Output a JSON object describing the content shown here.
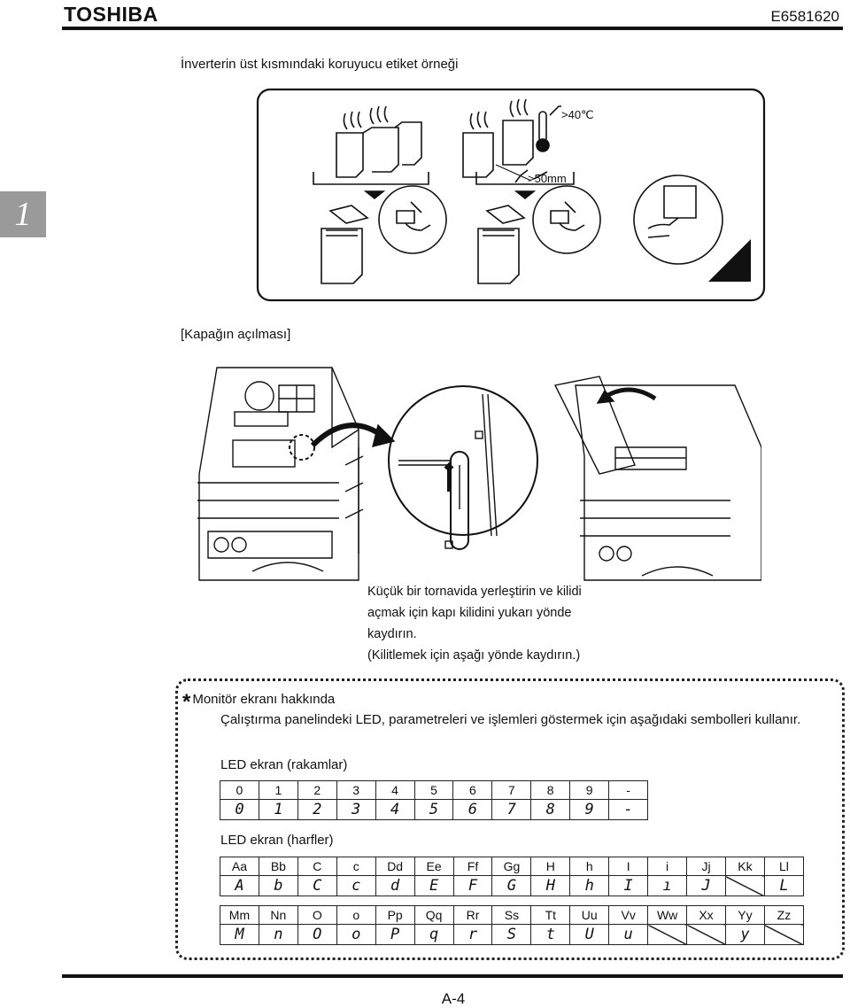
{
  "header": {
    "brand": "TOSHIBA",
    "doc_code": "E6581620",
    "chapter": "1"
  },
  "label_section": {
    "caption": "İnverterin üst kısmındaki koruyucu etiket örneği",
    "temp_label": ">40℃",
    "distance_label": ">50mm"
  },
  "cover_section": {
    "caption": "[Kapağın açılması]",
    "instructions": [
      "Küçük bir tornavida yerleştirin ve kilidi",
      "açmak için kapı kilidini yukarı yönde",
      "kaydırın.",
      "(Kilitlemek için aşağı yönde kaydırın.)"
    ]
  },
  "monitor_note": {
    "star": "*",
    "title": "Monitör ekranı hakkında",
    "body": "Çalıştırma panelindeki LED, parametreleri ve işlemleri göstermek için aşağıdaki sembolleri kullanır.",
    "digits_label": "LED ekran (rakamlar)",
    "letters_label": "LED ekran (harfler)",
    "digits": [
      {
        "char": "0",
        "seg": "0"
      },
      {
        "char": "1",
        "seg": "1"
      },
      {
        "char": "2",
        "seg": "2"
      },
      {
        "char": "3",
        "seg": "3"
      },
      {
        "char": "4",
        "seg": "4"
      },
      {
        "char": "5",
        "seg": "5"
      },
      {
        "char": "6",
        "seg": "6"
      },
      {
        "char": "7",
        "seg": "7"
      },
      {
        "char": "8",
        "seg": "8"
      },
      {
        "char": "9",
        "seg": "9"
      },
      {
        "char": "-",
        "seg": "-"
      }
    ],
    "letters_row1": [
      {
        "char": "Aa",
        "seg": "A"
      },
      {
        "char": "Bb",
        "seg": "b"
      },
      {
        "char": "C",
        "seg": "C"
      },
      {
        "char": "c",
        "seg": "c"
      },
      {
        "char": "Dd",
        "seg": "d"
      },
      {
        "char": "Ee",
        "seg": "E"
      },
      {
        "char": "Ff",
        "seg": "F"
      },
      {
        "char": "Gg",
        "seg": "G"
      },
      {
        "char": "H",
        "seg": "H"
      },
      {
        "char": "h",
        "seg": "h"
      },
      {
        "char": "I",
        "seg": "I"
      },
      {
        "char": "i",
        "seg": "ı"
      },
      {
        "char": "Jj",
        "seg": "J"
      },
      {
        "char": "Kk",
        "seg": ""
      },
      {
        "char": "Ll",
        "seg": "L"
      }
    ],
    "letters_row2": [
      {
        "char": "Mm",
        "seg": "M"
      },
      {
        "char": "Nn",
        "seg": "n"
      },
      {
        "char": "O",
        "seg": "O"
      },
      {
        "char": "o",
        "seg": "o"
      },
      {
        "char": "Pp",
        "seg": "P"
      },
      {
        "char": "Qq",
        "seg": "q"
      },
      {
        "char": "Rr",
        "seg": "r"
      },
      {
        "char": "Ss",
        "seg": "S"
      },
      {
        "char": "Tt",
        "seg": "t"
      },
      {
        "char": "Uu",
        "seg": "U"
      },
      {
        "char": "Vv",
        "seg": "u"
      },
      {
        "char": "Ww",
        "seg": ""
      },
      {
        "char": "Xx",
        "seg": ""
      },
      {
        "char": "Yy",
        "seg": "y"
      },
      {
        "char": "Zz",
        "seg": ""
      }
    ]
  },
  "footer": {
    "page": "A-4"
  }
}
